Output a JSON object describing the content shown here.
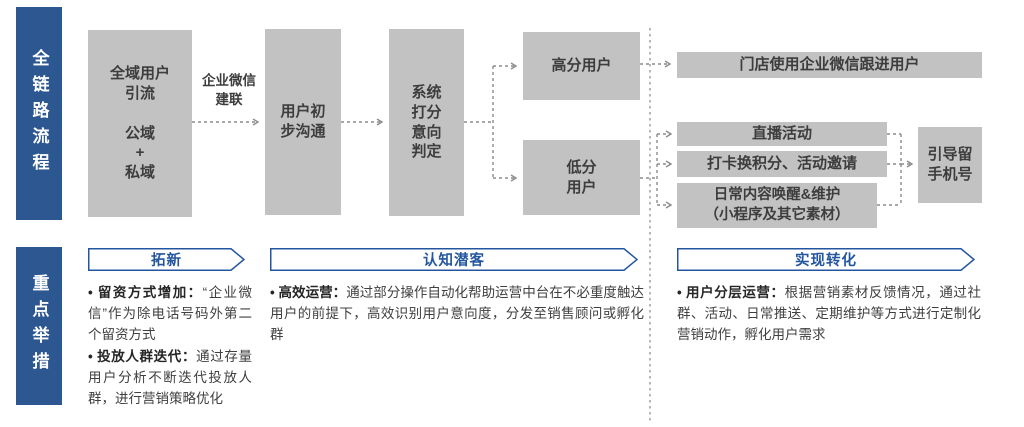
{
  "colors": {
    "lane_blue": "#2d5791",
    "banner_blue": "#2456a0",
    "box_gray": "#c2c2c2",
    "box_text": "#3d3d3d",
    "line_gray": "#8c8c8c",
    "body_text": "#404040"
  },
  "flow": {
    "side_label": "全链路流程",
    "nodes": {
      "source": "全域用户\n引流\n\n公域\n+\n私域",
      "edge_label": "企业微信\n建联",
      "initial_contact": "用户初\n步沟通",
      "scoring": "系统\n打分\n意向\n判定",
      "high_score": "高分用户",
      "low_score": "低分\n用户",
      "store_followup": "门店使用企业微信跟进用户",
      "live_activity": "直播活动",
      "points_invite": "打卡换积分、活动邀请",
      "daily_content": "日常内容唤醒&维护\n（小程序及其它素材）",
      "capture_phone": "引导留\n手机号"
    }
  },
  "measures": {
    "side_label": "重点举措",
    "stages": [
      {
        "banner": "拓新",
        "bullets": [
          {
            "lead": "• 留资方式增加：",
            "text": "“企业微信”作为除电话号码外第二个留资方式"
          },
          {
            "lead": "• 投放人群迭代：",
            "text": "通过存量用户分析不断迭代投放人群，进行营销策略优化"
          }
        ]
      },
      {
        "banner": "认知潜客",
        "bullets": [
          {
            "lead": "• 高效运营：",
            "text": "通过部分操作自动化帮助运营中台在不必重度触达用户的前提下，高效识别用户意向度，分发至销售顾问或孵化群"
          }
        ]
      },
      {
        "banner": "实现转化",
        "bullets": [
          {
            "lead": "• 用户分层运营：",
            "text": "根据营销素材反馈情况，通过社群、活动、日常推送、定期维护等方式进行定制化营销动作，孵化用户需求"
          }
        ]
      }
    ]
  }
}
